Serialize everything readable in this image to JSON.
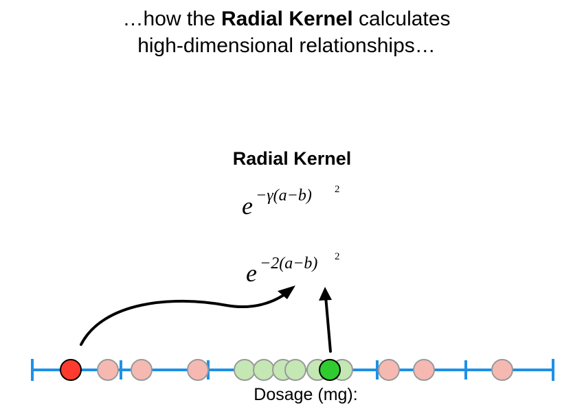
{
  "caption": {
    "line1_prefix": "…how the ",
    "line1_bold": "Radial Kernel",
    "line1_suffix": " calculates",
    "line2": "high-dimensional relationships…"
  },
  "kernel": {
    "title": "Radial Kernel",
    "general_base": "e",
    "general_exponent": "−γ(a−b)",
    "general_power": "2",
    "specific_base": "e",
    "specific_exponent": "−2(a−b)",
    "specific_power": "2"
  },
  "axis": {
    "label": "Dosage (mg):"
  },
  "colors": {
    "axis_line": "#1e90e6",
    "red_point": "#ff3b2f",
    "salmon_point": "#f5b9b2",
    "light_green_point": "#c4e7b4",
    "green_point": "#2ecc2e",
    "point_stroke_dark": "#000000",
    "point_stroke_light": "#999999"
  }
}
